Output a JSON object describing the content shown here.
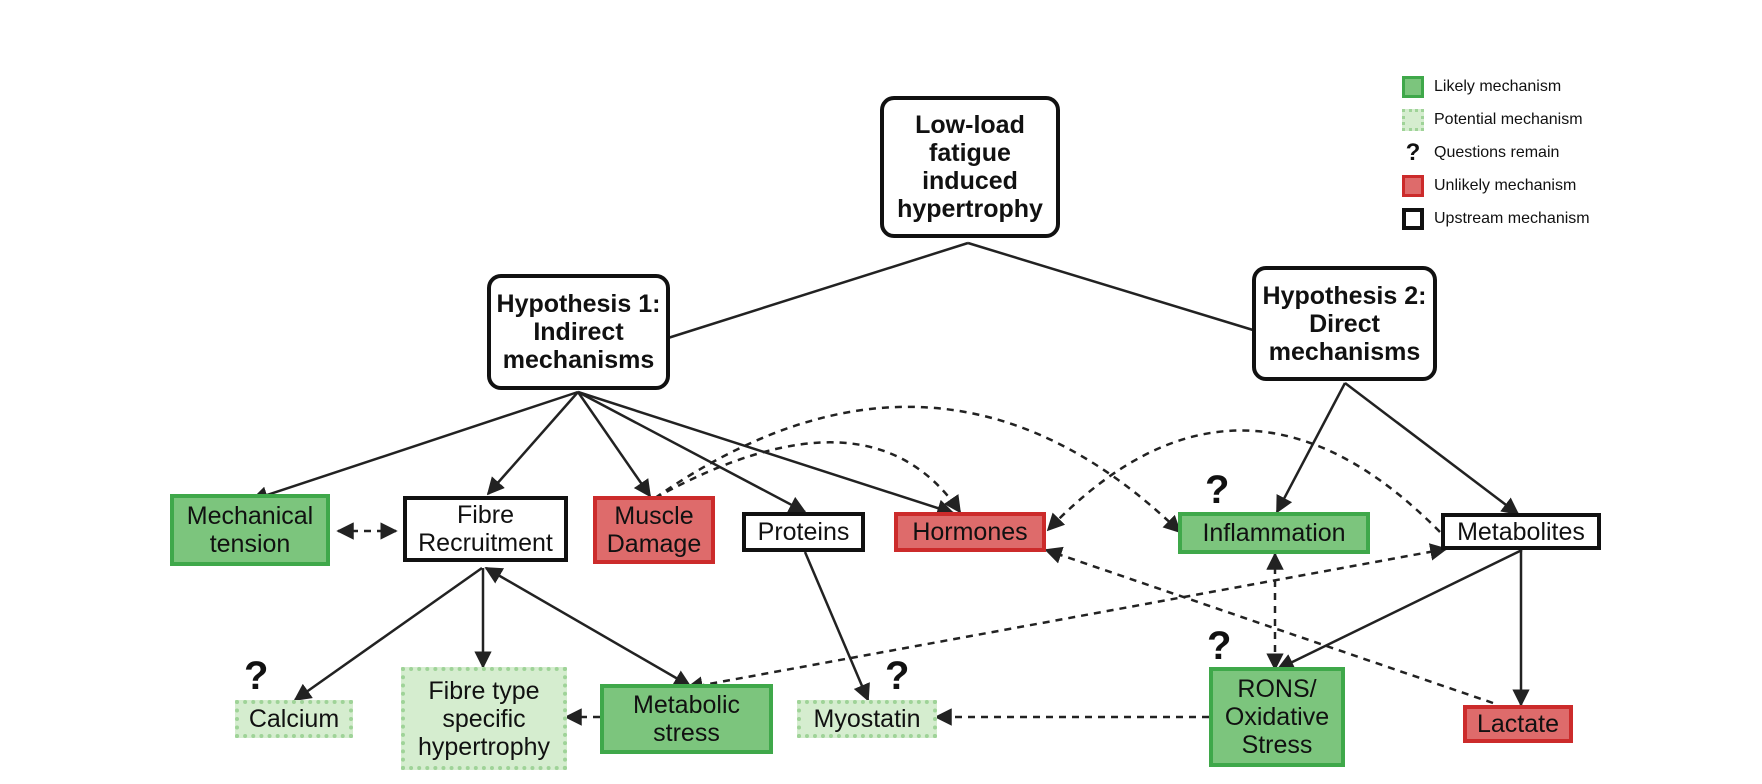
{
  "colors": {
    "likely_fill": "#7cc57d",
    "likely_border": "#3fa84a",
    "potential_fill": "#d5edcf",
    "potential_border": "#9fd398",
    "unlikely_fill": "#de6b6b",
    "unlikely_border": "#cc2b2b",
    "upstream_border": "#111111"
  },
  "legend": {
    "likely": "Likely mechanism",
    "potential": "Potential mechanism",
    "questions": "Questions remain",
    "unlikely": "Unlikely mechanism",
    "upstream": "Upstream mechanism"
  },
  "question_mark": "?",
  "nodes": {
    "root": "Low-load fatigue induced hypertrophy",
    "hyp1": "Hypothesis 1: Indirect mechanisms",
    "hyp2": "Hypothesis 2: Direct mechanisms",
    "mech_tension": "Mechanical tension",
    "fibre_recruit": "Fibre Recruitment",
    "muscle_damage": "Muscle Damage",
    "proteins": "Proteins",
    "hormones": "Hormones",
    "inflammation": "Inflammation",
    "metabolites": "Metabolites",
    "calcium": "Calcium",
    "fibre_type": "Fibre type specific hypertrophy",
    "metabolic_stress": "Metabolic stress",
    "myostatin": "Myostatin",
    "rons": "RONS/ Oxidative Stress",
    "lactate": "Lactate"
  }
}
